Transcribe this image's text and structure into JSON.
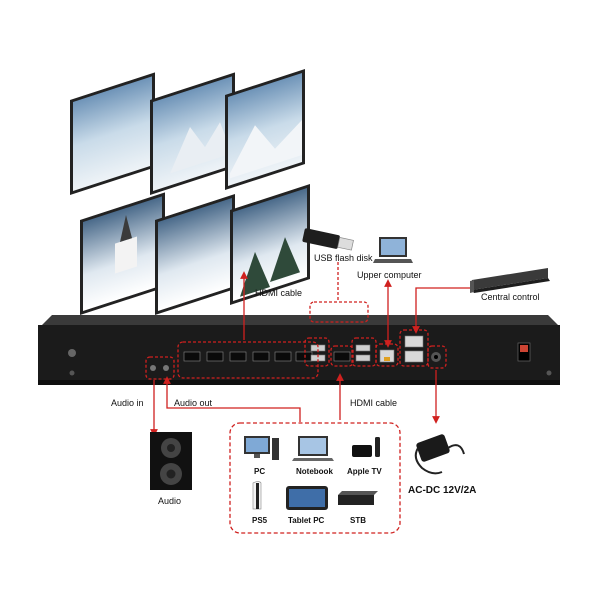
{
  "labels": {
    "hdmi_cable_top": "HDMI cable",
    "usb_flash_disk": "USB flash disk",
    "upper_computer": "Upper computer",
    "central_control": "Central control",
    "audio_in": "Audio in",
    "audio_out": "Audio out",
    "hdmi_cable_bottom": "HDMI cable",
    "audio": "Audio",
    "power": "AC-DC 12V/2A"
  },
  "sources": [
    "PC",
    "Notebook",
    "Apple TV",
    "PS5",
    "Tablet PC",
    "STB"
  ],
  "colors": {
    "accent": "#d0211f",
    "device": "#1b1b1b",
    "panel": "#2a2a2a"
  }
}
